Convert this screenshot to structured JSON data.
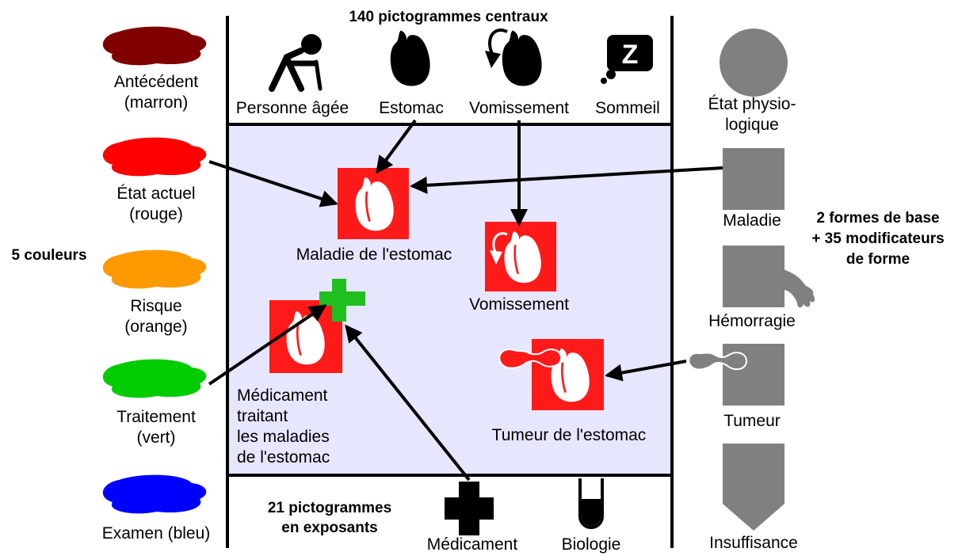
{
  "colors": {
    "background": "#ffffff",
    "panel": "#e6e6ff",
    "red": "#ff1a1a",
    "green": "#1fbf1f",
    "gray": "#808080",
    "marron": "#800000",
    "rouge": "#ff0000",
    "orange": "#ff9900",
    "vert": "#00cc00",
    "bleu": "#0000ff"
  },
  "left_colors": {
    "title": "5 couleurs",
    "items": [
      {
        "line1": "Antécédent",
        "line2": "(marron)",
        "color": "#800000"
      },
      {
        "line1": "État actuel",
        "line2": "(rouge)",
        "color": "#ff0000"
      },
      {
        "line1": "Risque",
        "line2": "(orange)",
        "color": "#ff9900"
      },
      {
        "line1": "Traitement",
        "line2": "(vert)",
        "color": "#00cc00"
      },
      {
        "line1": "Examen (bleu)",
        "line2": "",
        "color": "#0000ff"
      }
    ]
  },
  "top": {
    "title": "140 pictogrammes centraux",
    "items": [
      {
        "label": "Personne âgée",
        "icon": "elderly-person-icon"
      },
      {
        "label": "Estomac",
        "icon": "stomach-icon"
      },
      {
        "label": "Vomissement",
        "icon": "vomiting-icon"
      },
      {
        "label": "Sommeil",
        "icon": "sleep-icon"
      }
    ]
  },
  "center": {
    "maladie": "Maladie de l'estomac",
    "vomissement": "Vomissement",
    "medicament": [
      "Médicament",
      "traitant",
      "les maladies",
      "de l'estomac"
    ],
    "tumeur": "Tumeur de l'estomac"
  },
  "bottom": {
    "title_line1": "21 pictogrammes",
    "title_line2": "en exposants",
    "items": [
      {
        "label": "Médicament",
        "icon": "medical-cross-icon"
      },
      {
        "label": "Biologie",
        "icon": "test-tube-icon"
      }
    ]
  },
  "right_shapes": {
    "title_line1": "2 formes de base",
    "title_line2": "+ 35 modificateurs",
    "title_line3": "de forme",
    "items": [
      {
        "line1": "État physio-",
        "line2": "logique",
        "icon": "circle-shape-icon"
      },
      {
        "line1": "Maladie",
        "line2": "",
        "icon": "square-shape-icon"
      },
      {
        "line1": "Hémorragie",
        "line2": "",
        "icon": "hemorrhage-shape-icon"
      },
      {
        "line1": "Tumeur",
        "line2": "",
        "icon": "tumor-shape-icon"
      },
      {
        "line1": "Insuffisance",
        "line2": "",
        "icon": "insufficiency-shape-icon"
      }
    ]
  }
}
